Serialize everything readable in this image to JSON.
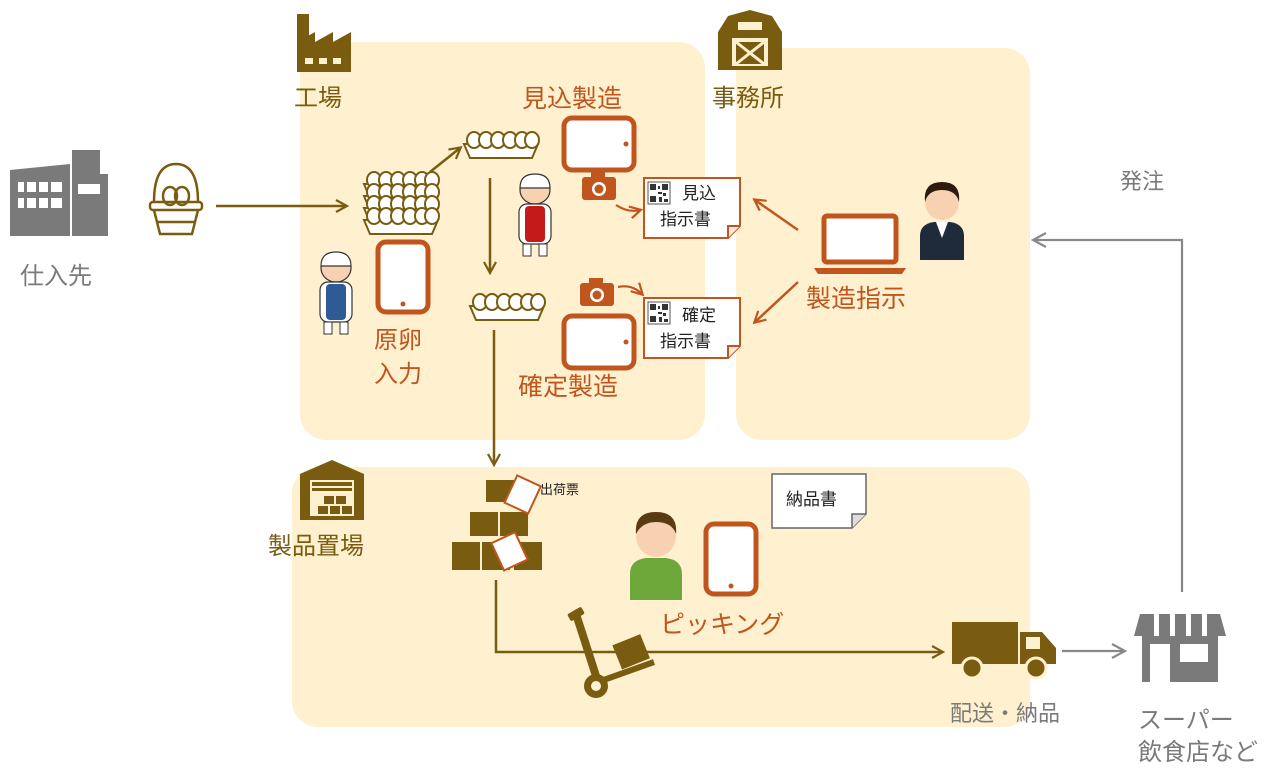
{
  "areas": {
    "factory": "工場",
    "office": "事務所",
    "warehouse": "製品置場"
  },
  "nodes": {
    "supplier": "仕入先",
    "raw_egg_input_line1": "原卵",
    "raw_egg_input_line2": "入力",
    "tentative_production": "見込製造",
    "confirmed_production": "確定製造",
    "production_instruction": "製造指示",
    "order": "発注",
    "shipping_slip": "出荷票",
    "delivery_note": "納品書",
    "picking": "ピッキング",
    "delivery": "配送・納品",
    "customer_line1": "スーパー",
    "customer_line2": "飲食店など"
  },
  "documents": {
    "tentative_doc_line1": "見込",
    "tentative_doc_line2": "指示書",
    "confirmed_doc_line1": "確定",
    "confirmed_doc_line2": "指示書"
  },
  "colors": {
    "panel": "#fff0cf",
    "brown": "#7a5c10",
    "orange": "#c0561e",
    "grey": "#7a7a7a"
  }
}
